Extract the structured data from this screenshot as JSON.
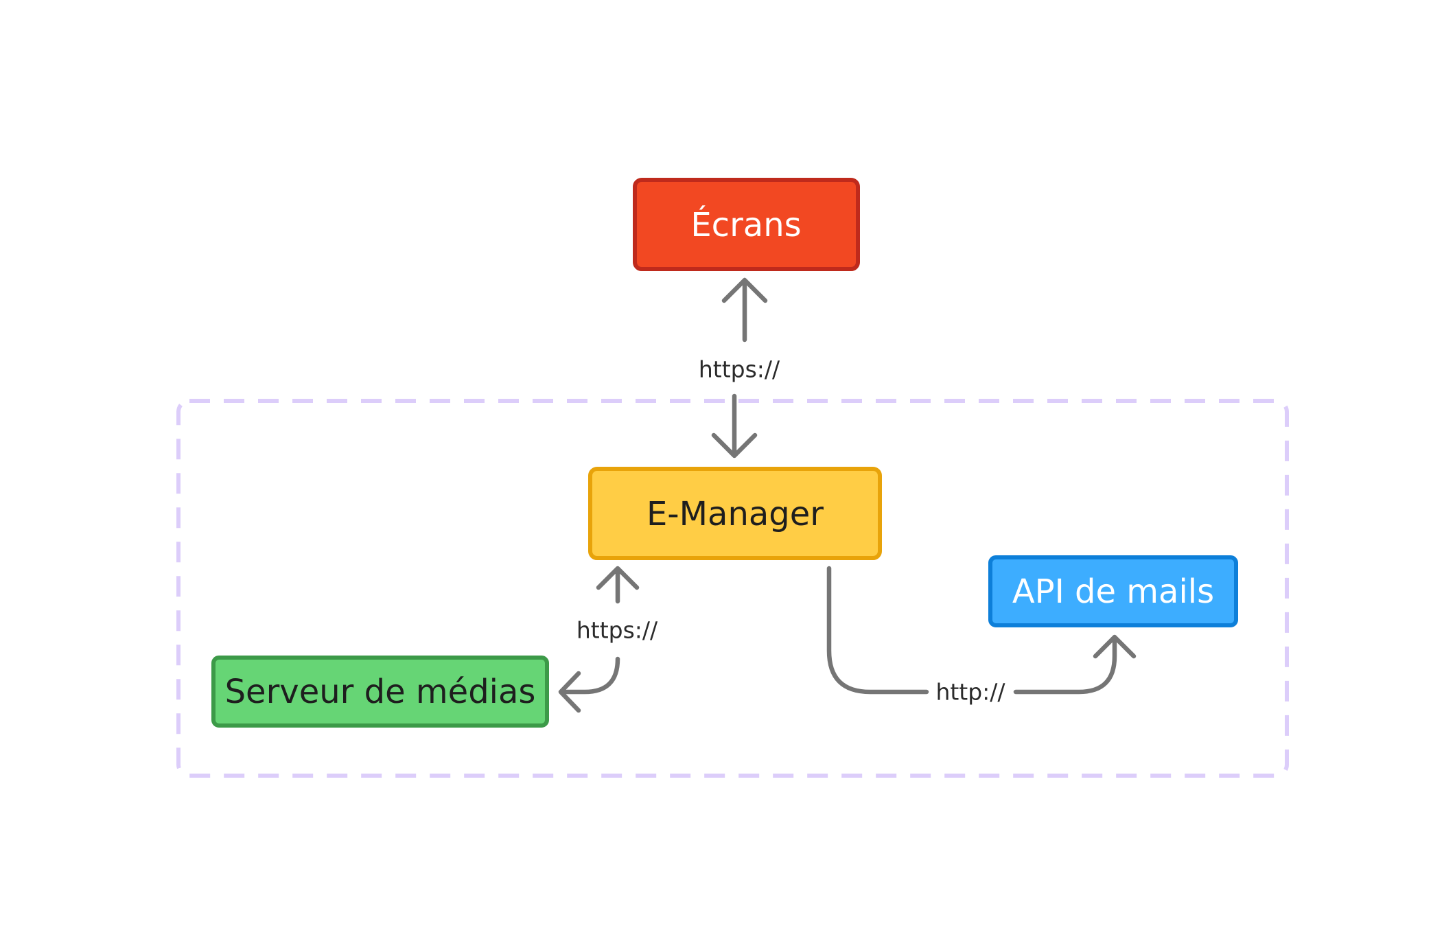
{
  "colors": {
    "background": "#ffffff",
    "group_border": "#dccdfa",
    "edge": "#757575",
    "ecrans_fill": "#f24822",
    "ecrans_border": "#bf2a1c",
    "ecrans_text": "#ffffff",
    "emanager_fill": "#ffcd45",
    "emanager_border": "#e8a30a",
    "emanager_text": "#1e1e1e",
    "api_fill": "#3dadff",
    "api_border": "#0d7fd9",
    "api_text": "#ffffff",
    "media_fill": "#66d575",
    "media_border": "#3c9a48",
    "media_text": "#1e1e1e"
  },
  "nodes": {
    "ecrans": {
      "label": "Écrans"
    },
    "emanager": {
      "label": "E-Manager"
    },
    "api_mails": {
      "label": "API de mails"
    },
    "media_server": {
      "label": "Serveur de médias"
    }
  },
  "edges": {
    "ecrans_emanager": {
      "label": "https://",
      "icon": "double-arrow-vertical"
    },
    "emanager_media": {
      "label": "https://",
      "icon": "curved-double-arrow"
    },
    "emanager_api": {
      "label": "http://",
      "icon": "arrow-right-curve"
    }
  }
}
